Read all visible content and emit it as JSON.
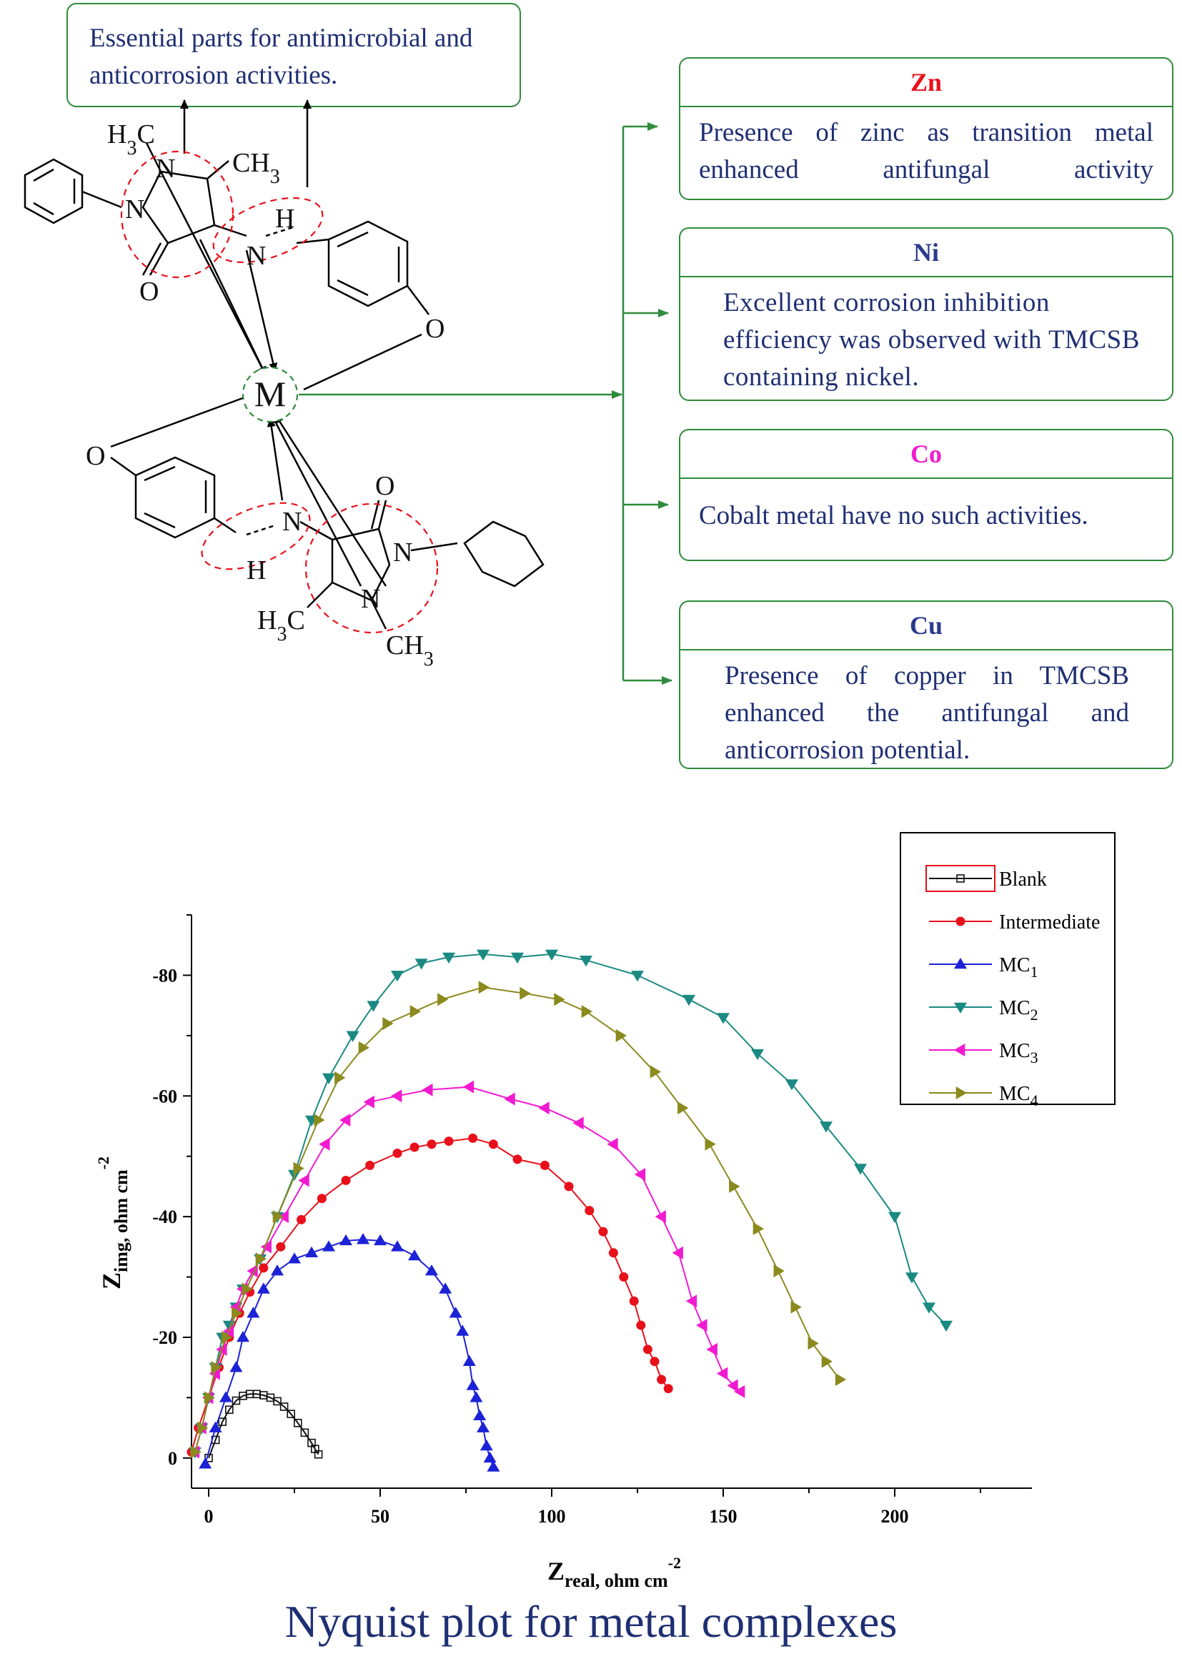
{
  "annotation": {
    "essential_text": "Essential parts for antimicrobial and anticorrosion activities."
  },
  "molecule": {
    "metal": "M",
    "labels": {
      "h3c_top": "H3C",
      "ch3_top": "CH3",
      "n1_top": "N",
      "n2_top": "N",
      "o_top": "O",
      "n_imine_top": "N",
      "h_imine_top": "H",
      "o_phenol_top": "O",
      "o_phenol_bottom": "O",
      "n_imine_bottom": "N",
      "h_imine_bottom": "H",
      "o_bottom": "O",
      "n1_bottom": "N",
      "n2_bottom": "N",
      "h3c_bottom": "H3C",
      "ch3_bottom": "CH3"
    }
  },
  "metal_boxes": [
    {
      "symbol": "Zn",
      "symbol_color": "#e8101a",
      "text": "Presence of zinc as transition metal enhanced antifungal activity"
    },
    {
      "symbol": "Ni",
      "symbol_color": "#2a3a8c",
      "text": "Excellent corrosion inhibition efficiency was observed with TMCSB containing nickel."
    },
    {
      "symbol": "Co",
      "symbol_color": "#f21ad0",
      "text": "Cobalt metal have no such activities."
    },
    {
      "symbol": "Cu",
      "symbol_color": "#2a3a8c",
      "text": "Presence of copper in TMCSB enhanced the antifungal and anticorrosion potential."
    }
  ],
  "chart_data": {
    "type": "scatter",
    "title": "Nyquist plot for metal complexes",
    "xlabel": "Zreal, ohm cm-2",
    "ylabel": "Zimg, ohm cm-2",
    "xlabel_parts": {
      "main": "Z",
      "sub": "real, ohm cm",
      "sup": "-2"
    },
    "ylabel_parts": {
      "main": "Z",
      "sub": "img, ohm cm",
      "sup": "-2"
    },
    "xlim": [
      -5,
      240
    ],
    "ylim": [
      5,
      -90
    ],
    "xticks": [
      0,
      50,
      100,
      150,
      200
    ],
    "yticks": [
      0,
      -20,
      -40,
      -60,
      -80
    ],
    "legend_position": "top-right",
    "series": [
      {
        "name": "Blank",
        "color": "#111111",
        "marker": "square-open",
        "points": [
          [
            0,
            0
          ],
          [
            2,
            -3
          ],
          [
            4,
            -6
          ],
          [
            6,
            -8
          ],
          [
            8,
            -9.5
          ],
          [
            10,
            -10.3
          ],
          [
            12,
            -10.6
          ],
          [
            14,
            -10.6
          ],
          [
            16,
            -10.4
          ],
          [
            18,
            -10
          ],
          [
            20,
            -9.4
          ],
          [
            22,
            -8.5
          ],
          [
            24,
            -7.3
          ],
          [
            26,
            -5.8
          ],
          [
            28,
            -4.2
          ],
          [
            30,
            -2.5
          ],
          [
            31,
            -1.5
          ],
          [
            32,
            -0.6
          ]
        ]
      },
      {
        "name": "Intermediate",
        "color": "#e8101a",
        "marker": "circle",
        "points": [
          [
            -5,
            -1
          ],
          [
            -3,
            -5
          ],
          [
            0,
            -10
          ],
          [
            3,
            -15
          ],
          [
            6,
            -20
          ],
          [
            9,
            -24
          ],
          [
            12,
            -27.5
          ],
          [
            16,
            -31.5
          ],
          [
            21,
            -35
          ],
          [
            27,
            -39.5
          ],
          [
            33,
            -43
          ],
          [
            40,
            -46
          ],
          [
            47,
            -48.5
          ],
          [
            55,
            -50.5
          ],
          [
            60,
            -51.5
          ],
          [
            65,
            -52
          ],
          [
            70,
            -52.5
          ],
          [
            77,
            -53
          ],
          [
            83,
            -52
          ],
          [
            90,
            -49.5
          ],
          [
            98,
            -48.5
          ],
          [
            105,
            -45
          ],
          [
            111,
            -41
          ],
          [
            115,
            -37.5
          ],
          [
            118,
            -34
          ],
          [
            121,
            -30
          ],
          [
            124,
            -26
          ],
          [
            126,
            -22
          ],
          [
            128,
            -18
          ],
          [
            130,
            -16
          ],
          [
            132,
            -13
          ],
          [
            134,
            -11.5
          ]
        ]
      },
      {
        "name": "MC1",
        "color": "#1c22d6",
        "marker": "triangle-up",
        "points": [
          [
            -1,
            1
          ],
          [
            2,
            -5
          ],
          [
            5,
            -10
          ],
          [
            8,
            -15
          ],
          [
            10,
            -20
          ],
          [
            13,
            -24
          ],
          [
            16,
            -28
          ],
          [
            20,
            -31
          ],
          [
            25,
            -33
          ],
          [
            30,
            -34
          ],
          [
            35,
            -35
          ],
          [
            40,
            -36
          ],
          [
            45,
            -36.2
          ],
          [
            50,
            -36
          ],
          [
            55,
            -35
          ],
          [
            60,
            -33.5
          ],
          [
            65,
            -31
          ],
          [
            69,
            -28
          ],
          [
            72,
            -24
          ],
          [
            74,
            -21
          ],
          [
            76,
            -16
          ],
          [
            77,
            -12
          ],
          [
            78,
            -10
          ],
          [
            79,
            -7
          ],
          [
            80,
            -5
          ],
          [
            81,
            -2
          ],
          [
            82,
            0
          ],
          [
            83,
            1.5
          ]
        ]
      },
      {
        "name": "MC2",
        "color": "#1a8a82",
        "marker": "triangle-down",
        "points": [
          [
            -4,
            -1
          ],
          [
            -2,
            -5
          ],
          [
            0,
            -10
          ],
          [
            2,
            -15
          ],
          [
            4,
            -20
          ],
          [
            6,
            -22
          ],
          [
            8,
            -25
          ],
          [
            10,
            -28
          ],
          [
            15,
            -33
          ],
          [
            20,
            -40
          ],
          [
            25,
            -47
          ],
          [
            30,
            -56
          ],
          [
            35,
            -63
          ],
          [
            42,
            -70
          ],
          [
            48,
            -75
          ],
          [
            55,
            -80
          ],
          [
            62,
            -82
          ],
          [
            70,
            -83
          ],
          [
            80,
            -83.5
          ],
          [
            90,
            -83
          ],
          [
            100,
            -83.5
          ],
          [
            110,
            -82.5
          ],
          [
            125,
            -80
          ],
          [
            140,
            -76
          ],
          [
            150,
            -73
          ],
          [
            160,
            -67
          ],
          [
            170,
            -62
          ],
          [
            180,
            -55
          ],
          [
            190,
            -48
          ],
          [
            200,
            -40
          ],
          [
            205,
            -30
          ],
          [
            210,
            -25
          ],
          [
            215,
            -22
          ]
        ]
      },
      {
        "name": "MC3",
        "color": "#f21ad0",
        "marker": "triangle-left",
        "points": [
          [
            -4,
            -1
          ],
          [
            -2,
            -5
          ],
          [
            0,
            -10
          ],
          [
            2,
            -14
          ],
          [
            4,
            -18
          ],
          [
            6,
            -21
          ],
          [
            8,
            -25
          ],
          [
            10,
            -28
          ],
          [
            13,
            -31
          ],
          [
            17,
            -35
          ],
          [
            22,
            -40
          ],
          [
            28,
            -46
          ],
          [
            34,
            -52
          ],
          [
            40,
            -56
          ],
          [
            47,
            -59
          ],
          [
            55,
            -60
          ],
          [
            64,
            -61
          ],
          [
            76,
            -61.5
          ],
          [
            88,
            -59.5
          ],
          [
            98,
            -58
          ],
          [
            108,
            -55.5
          ],
          [
            118,
            -52
          ],
          [
            126,
            -47
          ],
          [
            132,
            -40
          ],
          [
            137,
            -34
          ],
          [
            141,
            -26
          ],
          [
            144,
            -22
          ],
          [
            147,
            -18
          ],
          [
            150,
            -14
          ],
          [
            153,
            -12
          ],
          [
            155,
            -11
          ]
        ]
      },
      {
        "name": "MC4",
        "color": "#8a8a1e",
        "marker": "triangle-right",
        "points": [
          [
            -4,
            -1
          ],
          [
            -2,
            -5
          ],
          [
            0,
            -10
          ],
          [
            2,
            -15
          ],
          [
            5,
            -20
          ],
          [
            8,
            -24
          ],
          [
            11,
            -28
          ],
          [
            15,
            -33
          ],
          [
            20,
            -40
          ],
          [
            26,
            -48
          ],
          [
            32,
            -56
          ],
          [
            38,
            -63
          ],
          [
            45,
            -68
          ],
          [
            52,
            -72
          ],
          [
            60,
            -74
          ],
          [
            68,
            -76
          ],
          [
            80,
            -78
          ],
          [
            92,
            -77
          ],
          [
            102,
            -76
          ],
          [
            110,
            -74
          ],
          [
            120,
            -70
          ],
          [
            130,
            -64
          ],
          [
            138,
            -58
          ],
          [
            146,
            -52
          ],
          [
            153,
            -45
          ],
          [
            160,
            -38
          ],
          [
            166,
            -31
          ],
          [
            171,
            -25
          ],
          [
            176,
            -19
          ],
          [
            180,
            -16
          ],
          [
            184,
            -13
          ]
        ]
      }
    ]
  }
}
